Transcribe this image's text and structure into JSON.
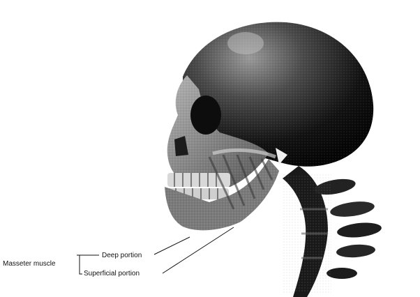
{
  "figure": {
    "labels": {
      "muscle": "Masseter muscle",
      "deep": "Deep portion",
      "superficial": "Superficial portion"
    },
    "colors": {
      "ink": "#111111",
      "bone_dark": "#141414",
      "bone_mid": "#4a4a4a",
      "bone_light": "#8a8a8a",
      "background": "#ffffff"
    }
  }
}
